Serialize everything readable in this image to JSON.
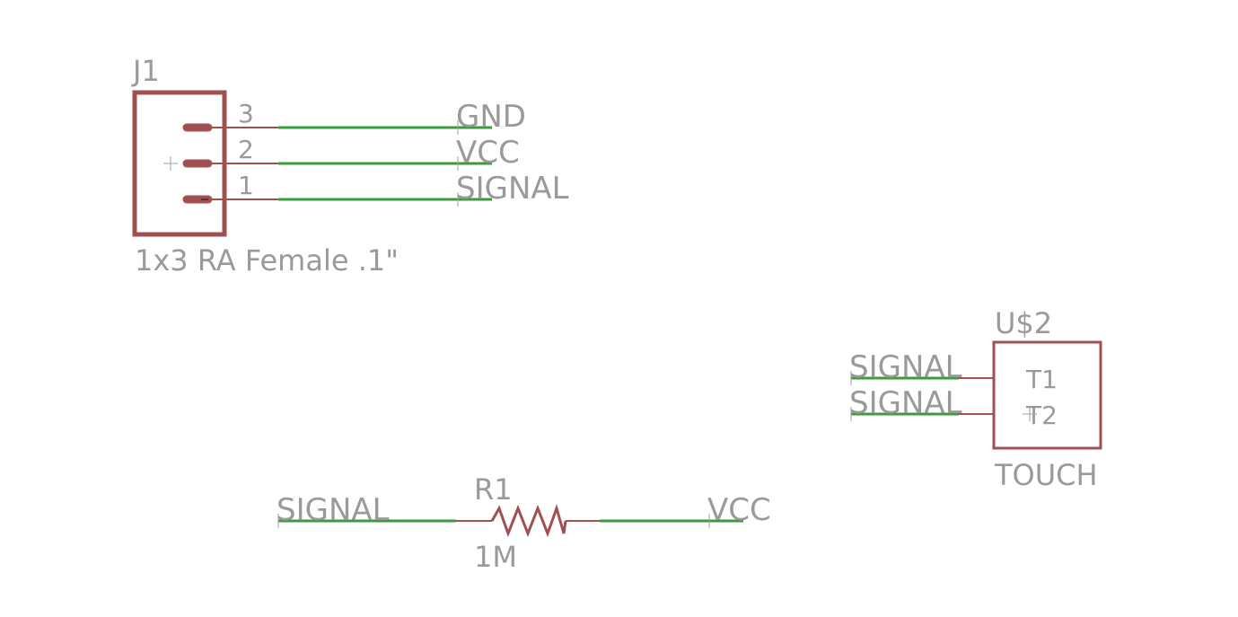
{
  "parts": {
    "j1": {
      "name": "J1",
      "value": "1x3 RA Female .1\"",
      "pins": [
        "3",
        "2",
        "1"
      ],
      "nets": [
        "GND",
        "VCC",
        "SIGNAL"
      ]
    },
    "u2": {
      "name": "U$2",
      "value": "TOUCH",
      "pins": [
        "T1",
        "T2"
      ],
      "nets": [
        "SIGNAL",
        "SIGNAL"
      ]
    },
    "r1": {
      "name": "R1",
      "value": "1M",
      "left_net": "SIGNAL",
      "right_net": "VCC"
    }
  },
  "colors": {
    "part_body": "#a05050",
    "wire": "#3e9a3e",
    "text": "#9a9a9a"
  }
}
